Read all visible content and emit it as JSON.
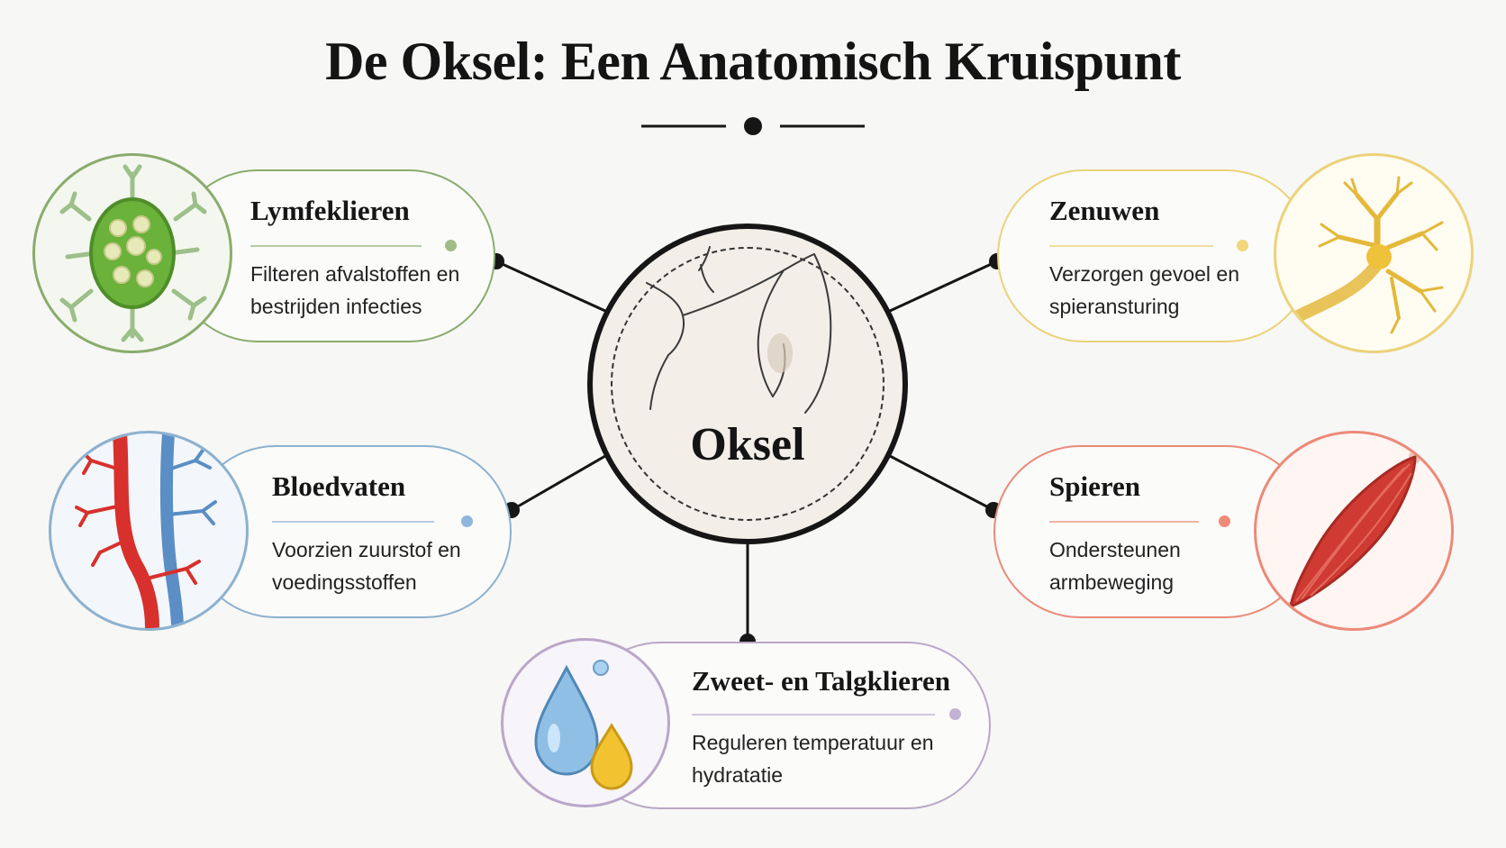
{
  "title": "De Oksel: Een Anatomisch Kruispunt",
  "center": {
    "label": "Oksel"
  },
  "nodes": [
    {
      "id": "lymph",
      "title": "Lymfeklieren",
      "text_line1": "Filteren afvalstoffen en",
      "text_line2": "bestrijden infecties",
      "color": "#8aac6c",
      "icon": "lymph-node-icon"
    },
    {
      "id": "nerves",
      "title": "Zenuwen",
      "text_line1": "Verzorgen gevoel en",
      "text_line2": "spieransturing",
      "color": "#ecd27a",
      "icon": "neuron-icon"
    },
    {
      "id": "vessels",
      "title": "Bloedvaten",
      "text_line1": "Voorzien zuurstof en",
      "text_line2": "voedingsstoffen",
      "color": "#8db1cf",
      "icon": "blood-vessels-icon"
    },
    {
      "id": "muscles",
      "title": "Spieren",
      "text_line1": "Ondersteunen",
      "text_line2": "armbeweging",
      "color": "#ec8a78",
      "icon": "muscle-icon"
    },
    {
      "id": "glands",
      "title": "Zweet- en Talgklieren",
      "text_line1": "Reguleren temperatuur en",
      "text_line2": "hydratatie",
      "color": "#b9a7c9",
      "icon": "droplets-icon"
    }
  ],
  "colors": {
    "ink": "#161616",
    "lymph": "#8aac6c",
    "nerve": "#e6c04a",
    "artery": "#d8302c",
    "vein": "#5a8ec4",
    "muscle": "#cf3a32",
    "gland": "#b9a7c9"
  }
}
